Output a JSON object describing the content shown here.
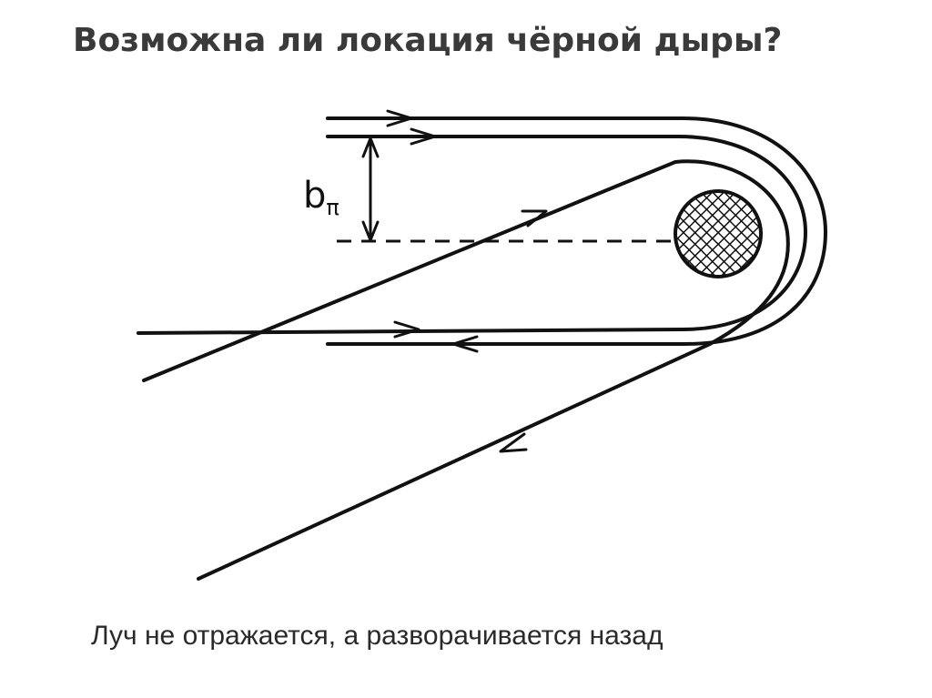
{
  "slide": {
    "title": "Возможна ли локация чёрной дыры?",
    "caption": "Луч не отражается, а разворачивается назад"
  },
  "diagram": {
    "impact_parameter_label": "b",
    "impact_parameter_subscript": "π",
    "colors": {
      "ink": "#111111",
      "title": "#3a3a3a",
      "background": "#ffffff"
    },
    "elements": [
      "black-hole-hatched-disc",
      "impact-parameter-arrow",
      "dashed-axis-line",
      "incoming-rays",
      "returning-rays"
    ]
  }
}
